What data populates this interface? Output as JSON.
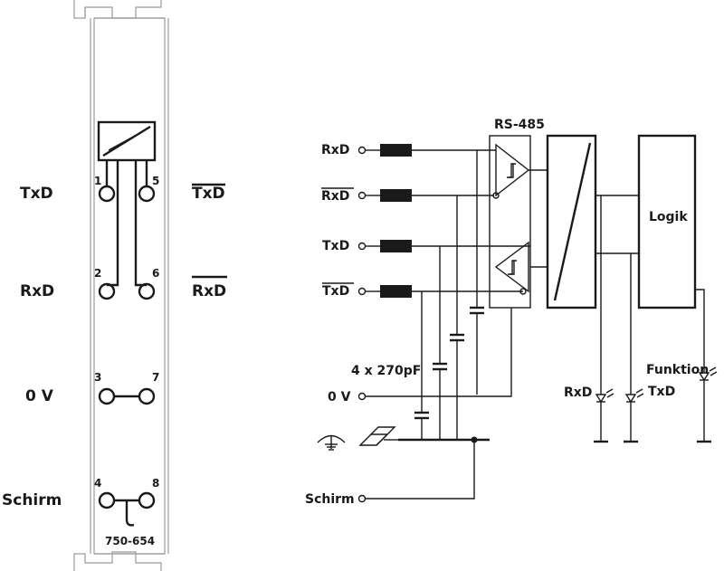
{
  "module": {
    "part_number": "750-654",
    "left_labels": {
      "txd": "TxD",
      "rxd": "RxD",
      "zero_v": "0 V",
      "schirm": "Schirm"
    },
    "right_labels": {
      "txd_inv": "TxD",
      "rxd_inv": "RxD"
    },
    "pins": [
      "1",
      "5",
      "2",
      "6",
      "3",
      "7",
      "4",
      "8"
    ]
  },
  "schematic": {
    "inputs": {
      "rxd": "RxD",
      "rxd_inv": "RxD",
      "txd": "TxD",
      "txd_inv": "TxD",
      "zero_v": "0 V",
      "schirm": "Schirm"
    },
    "transceiver_label": "RS-485",
    "logic_label": "Logik",
    "capacitors_label": "4 x 270pF",
    "led_labels": {
      "rxd": "RxD",
      "txd": "TxD",
      "funktion": "Funktion"
    }
  }
}
